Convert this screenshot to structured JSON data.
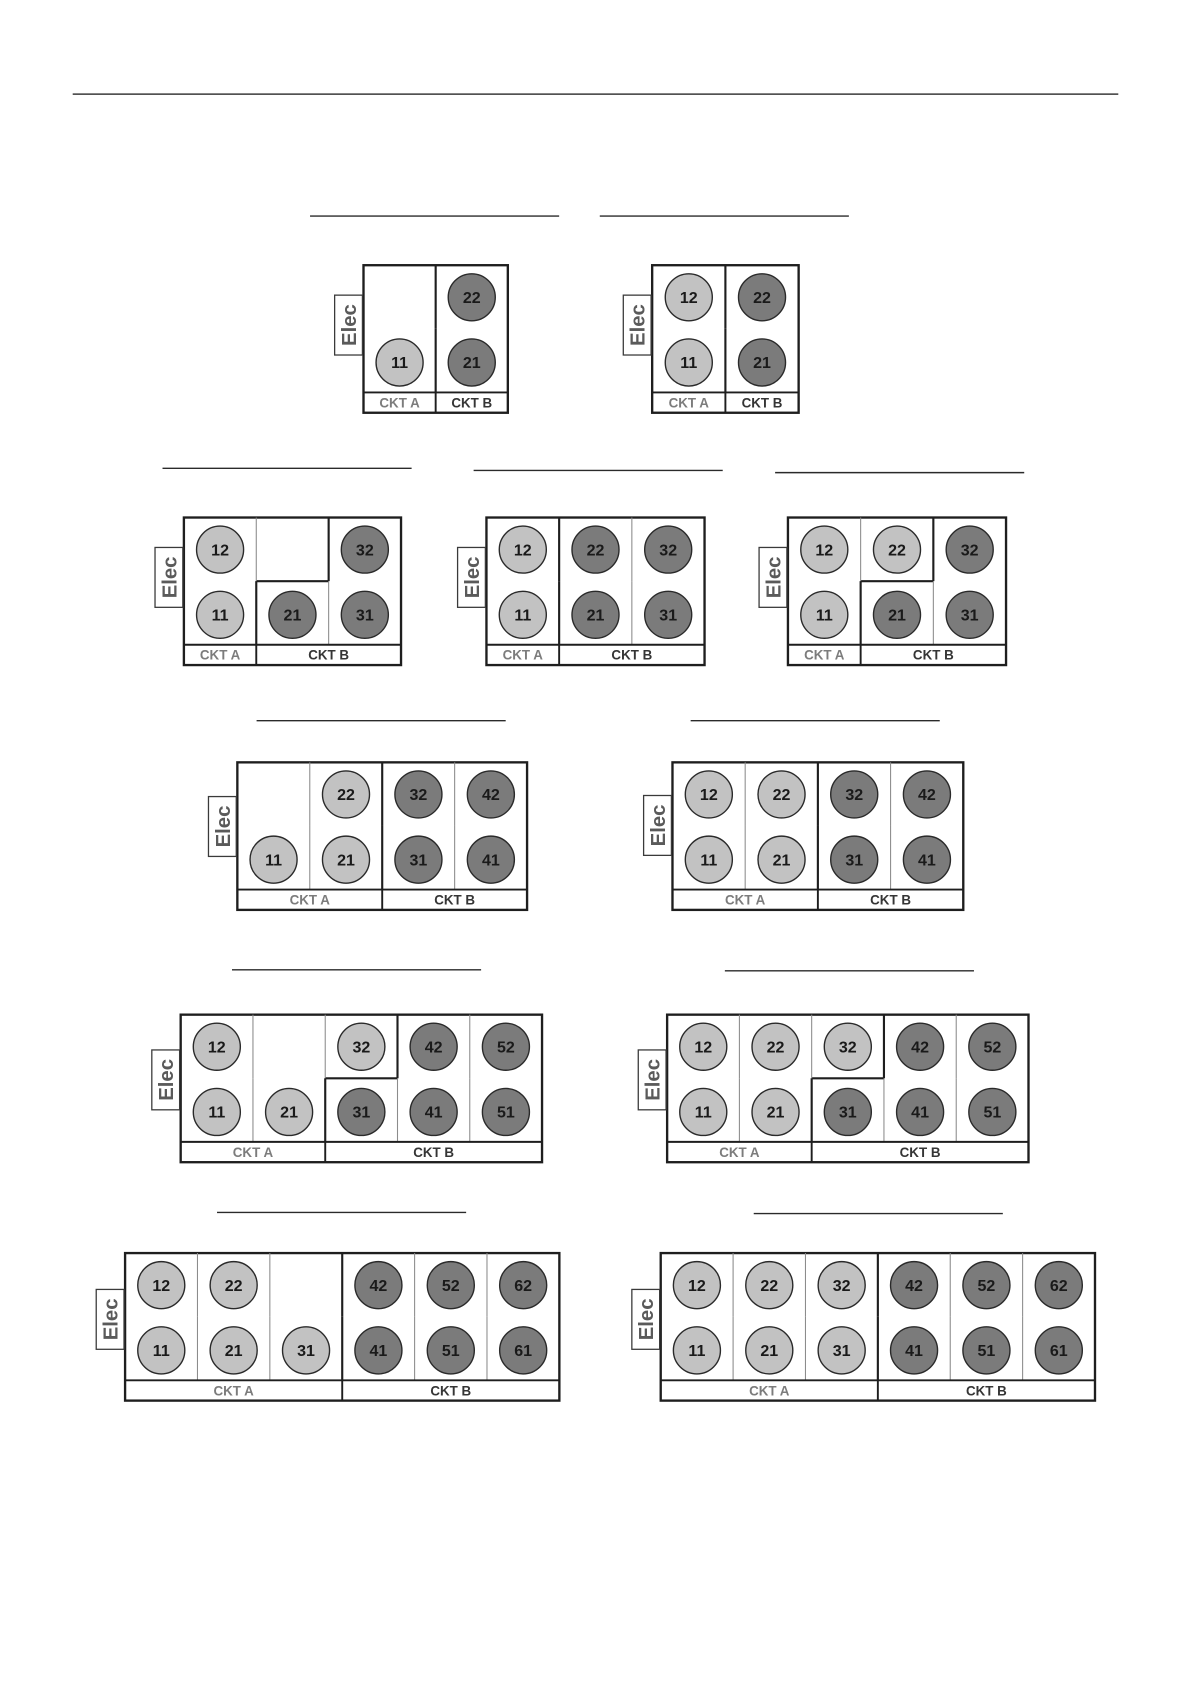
{
  "circuit_colors": {
    "CKT A": {
      "fill": "#c2c2c2",
      "text": "#7c7c7c"
    },
    "CKT B": {
      "fill": "#7b7b7b",
      "text": "#353535"
    }
  },
  "diagrams": [
    {
      "elec": "Elec",
      "footer": [
        "CKT A",
        "CKT B"
      ],
      "columns": [
        {
          "top": null,
          "bottom": {
            "label": "11",
            "circuit": "CKT A"
          }
        },
        {
          "top": {
            "label": "22",
            "circuit": "CKT B"
          },
          "bottom": {
            "label": "21",
            "circuit": "CKT B"
          }
        }
      ]
    },
    {
      "elec": "Elec",
      "footer": [
        "CKT A",
        "CKT B"
      ],
      "columns": [
        {
          "top": {
            "label": "12",
            "circuit": "CKT A"
          },
          "bottom": {
            "label": "11",
            "circuit": "CKT A"
          }
        },
        {
          "top": {
            "label": "22",
            "circuit": "CKT B"
          },
          "bottom": {
            "label": "21",
            "circuit": "CKT B"
          }
        }
      ]
    },
    {
      "elec": "Elec",
      "footer": [
        "CKT A",
        "CKT B"
      ],
      "columns": [
        {
          "top": {
            "label": "12",
            "circuit": "CKT A"
          },
          "bottom": {
            "label": "11",
            "circuit": "CKT A"
          }
        },
        {
          "top": null,
          "bottom": {
            "label": "21",
            "circuit": "CKT B"
          }
        },
        {
          "top": {
            "label": "32",
            "circuit": "CKT B"
          },
          "bottom": {
            "label": "31",
            "circuit": "CKT B"
          }
        }
      ]
    },
    {
      "elec": "Elec",
      "footer": [
        "CKT A",
        "CKT B"
      ],
      "columns": [
        {
          "top": {
            "label": "12",
            "circuit": "CKT A"
          },
          "bottom": {
            "label": "11",
            "circuit": "CKT A"
          }
        },
        {
          "top": {
            "label": "22",
            "circuit": "CKT B"
          },
          "bottom": {
            "label": "21",
            "circuit": "CKT B"
          }
        },
        {
          "top": {
            "label": "32",
            "circuit": "CKT B"
          },
          "bottom": {
            "label": "31",
            "circuit": "CKT B"
          }
        }
      ]
    },
    {
      "elec": "Elec",
      "footer": [
        "CKT A",
        "CKT B"
      ],
      "columns": [
        {
          "top": {
            "label": "12",
            "circuit": "CKT A"
          },
          "bottom": {
            "label": "11",
            "circuit": "CKT A"
          }
        },
        {
          "top": {
            "label": "22",
            "circuit": "CKT A"
          },
          "bottom": {
            "label": "21",
            "circuit": "CKT B"
          }
        },
        {
          "top": {
            "label": "32",
            "circuit": "CKT B"
          },
          "bottom": {
            "label": "31",
            "circuit": "CKT B"
          }
        }
      ]
    },
    {
      "elec": "Elec",
      "footer": [
        "CKT A",
        "CKT B"
      ],
      "columns": [
        {
          "top": null,
          "bottom": {
            "label": "11",
            "circuit": "CKT A"
          }
        },
        {
          "top": {
            "label": "22",
            "circuit": "CKT A"
          },
          "bottom": {
            "label": "21",
            "circuit": "CKT A"
          }
        },
        {
          "top": {
            "label": "32",
            "circuit": "CKT B"
          },
          "bottom": {
            "label": "31",
            "circuit": "CKT B"
          }
        },
        {
          "top": {
            "label": "42",
            "circuit": "CKT B"
          },
          "bottom": {
            "label": "41",
            "circuit": "CKT B"
          }
        }
      ]
    },
    {
      "elec": "Elec",
      "footer": [
        "CKT A",
        "CKT B"
      ],
      "columns": [
        {
          "top": {
            "label": "12",
            "circuit": "CKT A"
          },
          "bottom": {
            "label": "11",
            "circuit": "CKT A"
          }
        },
        {
          "top": {
            "label": "22",
            "circuit": "CKT A"
          },
          "bottom": {
            "label": "21",
            "circuit": "CKT A"
          }
        },
        {
          "top": {
            "label": "32",
            "circuit": "CKT B"
          },
          "bottom": {
            "label": "31",
            "circuit": "CKT B"
          }
        },
        {
          "top": {
            "label": "42",
            "circuit": "CKT B"
          },
          "bottom": {
            "label": "41",
            "circuit": "CKT B"
          }
        }
      ]
    },
    {
      "elec": "Elec",
      "footer": [
        "CKT A",
        "CKT B"
      ],
      "columns": [
        {
          "top": {
            "label": "12",
            "circuit": "CKT A"
          },
          "bottom": {
            "label": "11",
            "circuit": "CKT A"
          }
        },
        {
          "top": null,
          "bottom": {
            "label": "21",
            "circuit": "CKT A"
          }
        },
        {
          "top": {
            "label": "32",
            "circuit": "CKT A"
          },
          "bottom": {
            "label": "31",
            "circuit": "CKT B"
          }
        },
        {
          "top": {
            "label": "42",
            "circuit": "CKT B"
          },
          "bottom": {
            "label": "41",
            "circuit": "CKT B"
          }
        },
        {
          "top": {
            "label": "52",
            "circuit": "CKT B"
          },
          "bottom": {
            "label": "51",
            "circuit": "CKT B"
          }
        }
      ]
    },
    {
      "elec": "Elec",
      "footer": [
        "CKT A",
        "CKT B"
      ],
      "columns": [
        {
          "top": {
            "label": "12",
            "circuit": "CKT A"
          },
          "bottom": {
            "label": "11",
            "circuit": "CKT A"
          }
        },
        {
          "top": {
            "label": "22",
            "circuit": "CKT A"
          },
          "bottom": {
            "label": "21",
            "circuit": "CKT A"
          }
        },
        {
          "top": {
            "label": "32",
            "circuit": "CKT A"
          },
          "bottom": {
            "label": "31",
            "circuit": "CKT B"
          }
        },
        {
          "top": {
            "label": "42",
            "circuit": "CKT B"
          },
          "bottom": {
            "label": "41",
            "circuit": "CKT B"
          }
        },
        {
          "top": {
            "label": "52",
            "circuit": "CKT B"
          },
          "bottom": {
            "label": "51",
            "circuit": "CKT B"
          }
        }
      ]
    },
    {
      "elec": "Elec",
      "footer": [
        "CKT A",
        "CKT B"
      ],
      "columns": [
        {
          "top": {
            "label": "12",
            "circuit": "CKT A"
          },
          "bottom": {
            "label": "11",
            "circuit": "CKT A"
          }
        },
        {
          "top": {
            "label": "22",
            "circuit": "CKT A"
          },
          "bottom": {
            "label": "21",
            "circuit": "CKT A"
          }
        },
        {
          "top": null,
          "bottom": {
            "label": "31",
            "circuit": "CKT A"
          }
        },
        {
          "top": {
            "label": "42",
            "circuit": "CKT B"
          },
          "bottom": {
            "label": "41",
            "circuit": "CKT B"
          }
        },
        {
          "top": {
            "label": "52",
            "circuit": "CKT B"
          },
          "bottom": {
            "label": "51",
            "circuit": "CKT B"
          }
        },
        {
          "top": {
            "label": "62",
            "circuit": "CKT B"
          },
          "bottom": {
            "label": "61",
            "circuit": "CKT B"
          }
        }
      ]
    },
    {
      "elec": "Elec",
      "footer": [
        "CKT A",
        "CKT B"
      ],
      "columns": [
        {
          "top": {
            "label": "12",
            "circuit": "CKT A"
          },
          "bottom": {
            "label": "11",
            "circuit": "CKT A"
          }
        },
        {
          "top": {
            "label": "22",
            "circuit": "CKT A"
          },
          "bottom": {
            "label": "21",
            "circuit": "CKT A"
          }
        },
        {
          "top": {
            "label": "32",
            "circuit": "CKT A"
          },
          "bottom": {
            "label": "31",
            "circuit": "CKT A"
          }
        },
        {
          "top": {
            "label": "42",
            "circuit": "CKT B"
          },
          "bottom": {
            "label": "41",
            "circuit": "CKT B"
          }
        },
        {
          "top": {
            "label": "52",
            "circuit": "CKT B"
          },
          "bottom": {
            "label": "51",
            "circuit": "CKT B"
          }
        },
        {
          "top": {
            "label": "62",
            "circuit": "CKT B"
          },
          "bottom": {
            "label": "61",
            "circuit": "CKT B"
          }
        }
      ]
    }
  ]
}
